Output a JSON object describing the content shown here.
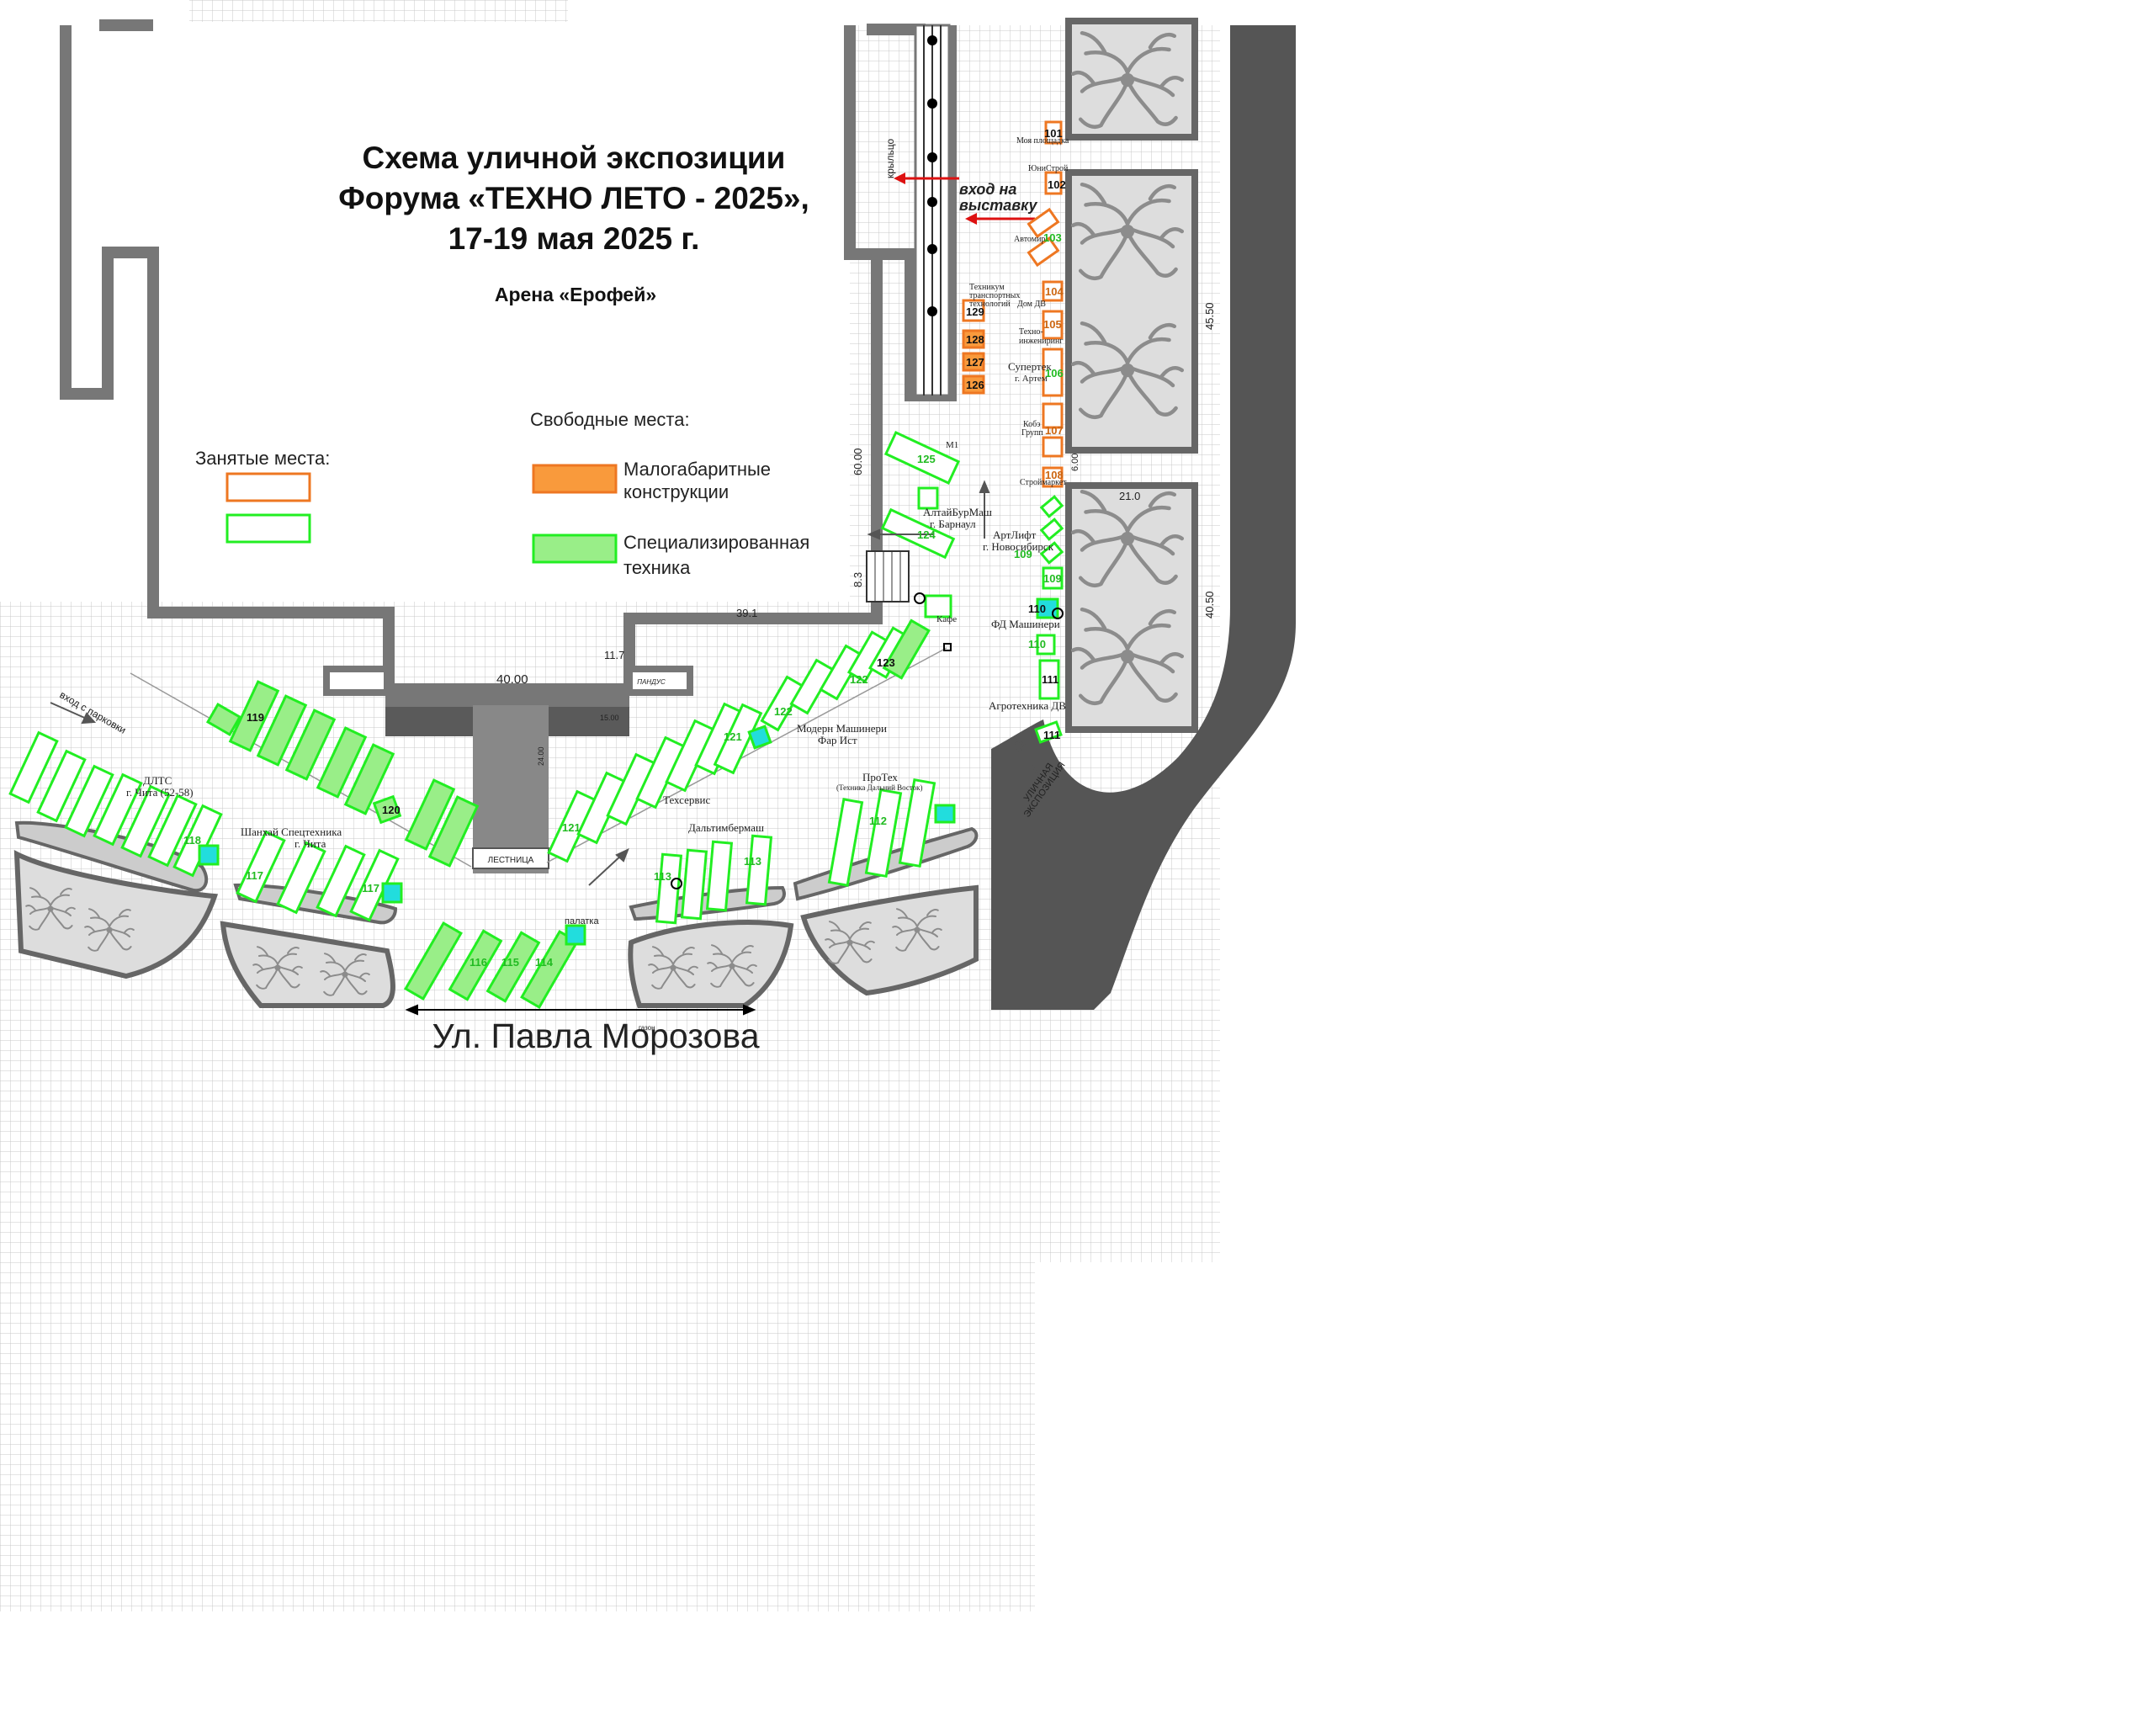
{
  "title": {
    "line1": "Схема уличной экспозиции",
    "line2": "Форума «ТЕХНО ЛЕТО - 2025»,",
    "line3": "17-19 мая 2025 г.",
    "venue": "Арена «Ерофей»"
  },
  "legend": {
    "occupied_heading": "Занятые места:",
    "free_heading": "Свободные места:",
    "small_label_1": "Малогабаритные",
    "small_label_2": "конструкции",
    "special_label_1": "Специализированная",
    "special_label_2": "техника"
  },
  "colors": {
    "orange_border": "#ee7722",
    "orange_fill": "#f99a3c",
    "green_border": "#22ee22",
    "green_fill": "#99ee88",
    "cyan_fill": "#22dddd",
    "building": "#777777",
    "road": "#555555",
    "grid": "#c8c8c8"
  },
  "labels": {
    "entrance_1": "вход на",
    "entrance_2": "выставку",
    "porch": "крыльцо",
    "parking_entry": "вход с парковки",
    "street": "Ул. Павла Морозова",
    "street_expo_1": "УЛИЧНАЯ",
    "street_expo_2": "ЭКСПОЗИЦИЯ",
    "stairs": "ЛЕСТНИЦА",
    "ramp": "ПАНДУС",
    "cafe": "Кафе",
    "tent": "палатка",
    "lawn": "газон",
    "m1": "М1"
  },
  "dimensions": {
    "d6000": "60.00",
    "d83": "8.3",
    "d391": "39.1",
    "d117": "11.7",
    "d4000": "40.00",
    "d1500": "15.00",
    "d2400": "24.00",
    "d4550": "45.50",
    "d4050": "40.50",
    "d210": "21.0",
    "d600": "6.00"
  },
  "exhibitors": {
    "e101": "Моя площадка",
    "e102": "ЮниСтрой",
    "e103": "Автомир",
    "e129_1": "Техникум",
    "e129_2": "транспортных",
    "e129_3": "технологий",
    "e104": "Дом ДВ",
    "e105_1": "Техно-",
    "e105_2": "инжениринг",
    "e106_1": "Супертек",
    "e106_2": "г. Артем",
    "e107_1": "Кобэ",
    "e107_2": "Групп",
    "e108": "Строймаркет",
    "e124_1": "АлтайБурМаш",
    "e124_2": "г. Барнаул",
    "e109_1": "АртЛифт",
    "e109_2": "г. Новосибирск",
    "e110": "ФД Машинери",
    "e111": "Агротехника ДВ",
    "e122_1": "Модерн Машинери",
    "e122_2": "Фар Ист",
    "e121": "Техсервис",
    "e113": "Дальтимбермаш",
    "e112_1": "ПроТех",
    "e112_2": "(Техника Дальний Восток)",
    "e118_1": "ДЛТС",
    "e118_2": "г. Чита (52-58)",
    "e117_1": "Шанхай Спецтехника",
    "e117_2": "г. Чита"
  },
  "booth_numbers": {
    "n101": "101",
    "n102": "102",
    "n103": "103",
    "n104": "104",
    "n105": "105",
    "n106": "106",
    "n107": "107",
    "n108": "108",
    "n109a": "109",
    "n109b": "109",
    "n110a": "110",
    "n110b": "110",
    "n111a": "111",
    "n111b": "111",
    "n112": "112",
    "n113a": "113",
    "n113b": "113",
    "n114": "114",
    "n115": "115",
    "n116": "116",
    "n117a": "117",
    "n117b": "117",
    "n118": "118",
    "n119": "119",
    "n120": "120",
    "n121a": "121",
    "n121b": "121",
    "n122a": "122",
    "n122b": "122",
    "n123": "123",
    "n124": "124",
    "n125": "125",
    "n126": "126",
    "n127": "127",
    "n128": "128",
    "n129": "129"
  }
}
